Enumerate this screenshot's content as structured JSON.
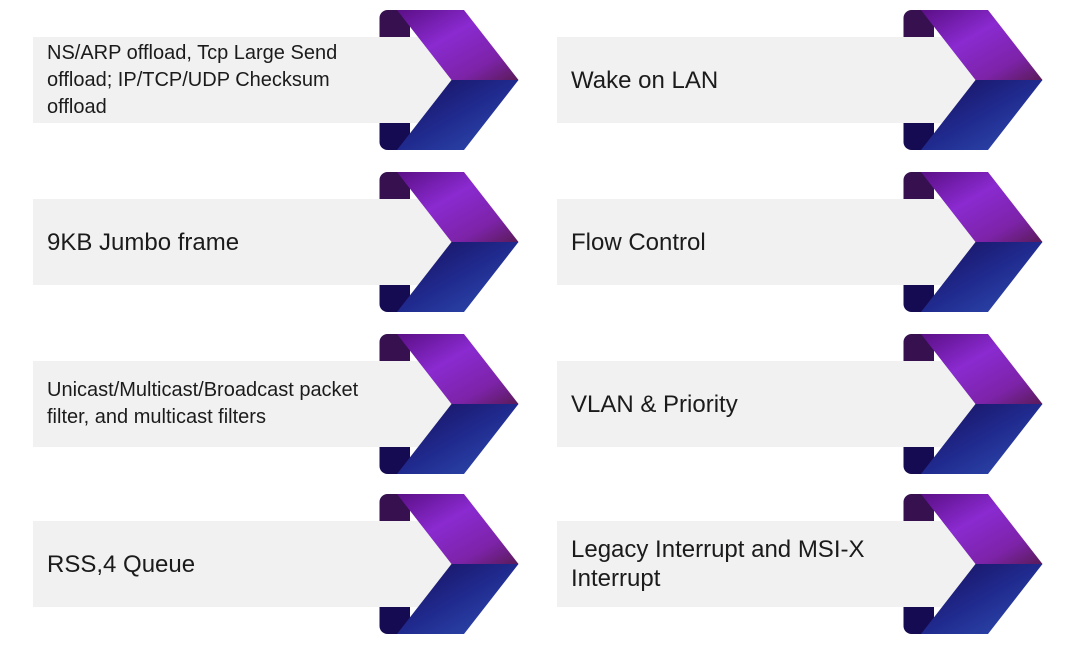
{
  "slide": {
    "background": "#ffffff",
    "description": "NIC feature list slide, two columns of gray bars with 3D chevron ribbon arrows"
  },
  "colors": {
    "bar_background": "#f1f1f2",
    "text": "#1b1b1b",
    "tab_fold_top": "#36104f",
    "tab_fold_bottom": "#150b53",
    "chevron_purple": [
      "#5a0f85",
      "#8a2ad0",
      "#7c23a8",
      "#5a1b58"
    ],
    "chevron_blue": [
      "#170d58",
      "#202a8e",
      "#3050b4"
    ]
  },
  "icon": {
    "name": "chevron-arrow-icon",
    "shape": "right-pointing 3D folded ribbon chevron, purple top half, blue bottom half"
  },
  "features": {
    "left_column": [
      {
        "label": "NS/ARP offload, Tcp Large Send offload; IP/TCP/UDP Checksum offload"
      },
      {
        "label": "9KB Jumbo frame"
      },
      {
        "label": "Unicast/Multicast/Broadcast packet filter, and multicast filters"
      },
      {
        "label": "RSS,4 Queue"
      }
    ],
    "right_column": [
      {
        "label": "Wake on LAN"
      },
      {
        "label": "Flow Control"
      },
      {
        "label": "VLAN & Priority"
      },
      {
        "label": "Legacy Interrupt and MSI-X Interrupt"
      }
    ]
  }
}
